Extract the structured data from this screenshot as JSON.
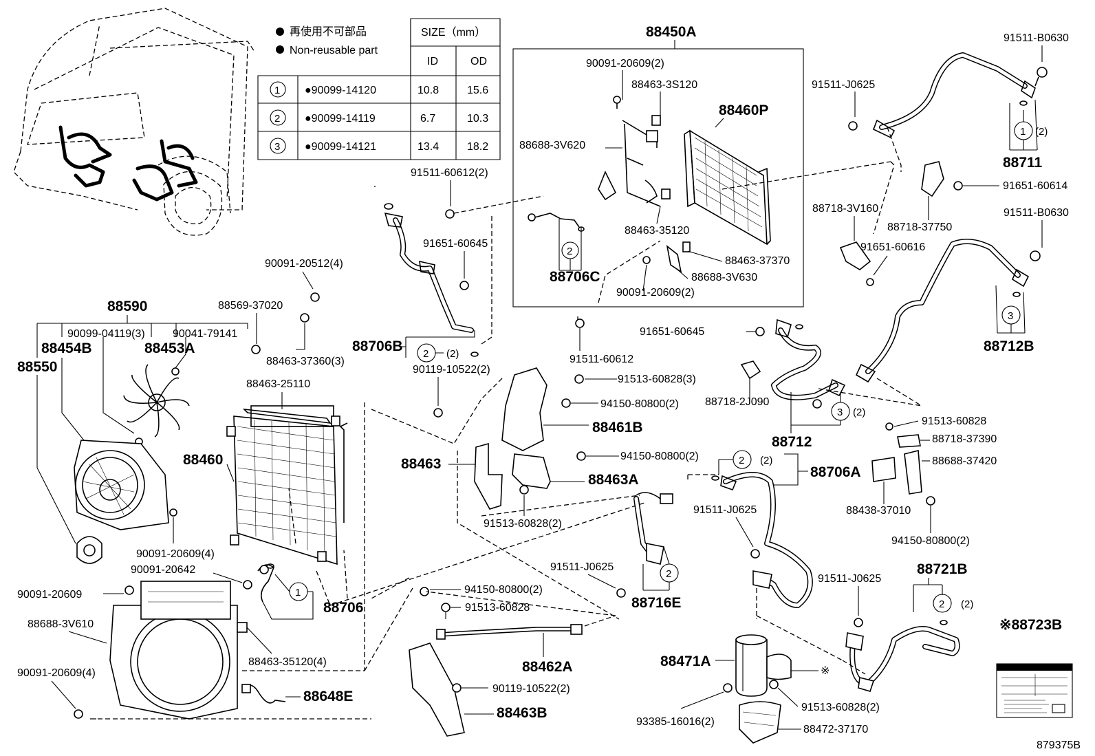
{
  "legend": {
    "bullet_icon": "filled-circle-icon",
    "line1": "再使用不可部品",
    "line2": "Non-reusable part"
  },
  "size_table": {
    "size_header": "SIZE（mm）",
    "col_id": "ID",
    "col_od": "OD",
    "rows": [
      {
        "num": "1",
        "part": "●90099-14120",
        "id": "10.8",
        "od": "15.6"
      },
      {
        "num": "2",
        "part": "●90099-14119",
        "id": "6.7",
        "od": "10.3"
      },
      {
        "num": "3",
        "part": "●90099-14121",
        "id": "13.4",
        "od": "18.2"
      }
    ]
  },
  "labels": {
    "p88450A": "88450A",
    "p90091_20609_2_top": "90091-20609(2)",
    "p88463_3S120": "88463-3S120",
    "p88460P": "88460P",
    "p88688_3V620": "88688-3V620",
    "p88463_35120": "88463-35120",
    "p88463_37370": "88463-37370",
    "p88688_3V630": "88688-3V630",
    "p88706C": "88706C",
    "p90091_20609_2_mid": "90091-20609(2)",
    "p91511_60612_2": "91511-60612(2)",
    "p91651_60645_a": "91651-60645",
    "p88706B": "88706B",
    "p91511_60612": "91511-60612",
    "p91511_B0630_a": "91511-B0630",
    "p91511_J0625_a": "91511-J0625",
    "p88711": "88711",
    "p91651_60614": "91651-60614",
    "p88718_37750": "88718-37750",
    "p88718_3V160": "88718-3V160",
    "p91651_60616": "91651-60616",
    "p91511_B0630_b": "91511-B0630",
    "p88712B": "88712B",
    "p91651_60645_b": "91651-60645",
    "p88718_2J090": "88718-2J090",
    "p88712": "88712",
    "p91513_60828_r": "91513-60828",
    "p88718_37390": "88718-37390",
    "p88688_37420": "88688-37420",
    "p88438_37010": "88438-37010",
    "p94150_80800_2_r": "94150-80800(2)",
    "p88721B": "88721B",
    "p88723B": "※88723B",
    "p88590": "88590",
    "p90099_04119_3": "90099-04119(3)",
    "p90041_79141": "90041-79141",
    "p88454B": "88454B",
    "p88453A": "88453A",
    "p88550": "88550",
    "p90091_20512_4": "90091-20512(4)",
    "p88569_37020": "88569-37020",
    "p88463_37360_3": "88463-37360(3)",
    "p88463_25110": "88463-25110",
    "p88460": "88460",
    "p90091_20609_4_a": "90091-20609(4)",
    "p90091_20642": "90091-20642",
    "p88706": "88706",
    "p90091_20609": "90091-20609",
    "p88688_3V610": "88688-3V610",
    "p88463_35120_4": "88463-35120(4)",
    "p90091_20609_4_b": "90091-20609(4)",
    "p88648E": "88648E",
    "p90119_10522_2_a": "90119-10522(2)",
    "p91513_60828_3": "91513-60828(3)",
    "p94150_80800_2_a": "94150-80800(2)",
    "p88461B": "88461B",
    "p88463": "88463",
    "p94150_80800_2_b": "94150-80800(2)",
    "p88463A": "88463A",
    "p91513_60828_2_a": "91513-60828(2)",
    "p88706A": "88706A",
    "p91511_J0625_b": "91511-J0625",
    "p91511_J0625_c": "91511-J0625",
    "p88716E": "88716E",
    "p94150_80800_2_c": "94150-80800(2)",
    "p91513_60828_b": "91513-60828",
    "p88462A": "88462A",
    "p90119_10522_2_b": "90119-10522(2)",
    "p88463B": "88463B",
    "p91511_J0625_d": "91511-J0625",
    "p88471A": "88471A",
    "p93385_16016_2": "93385-16016(2)",
    "p91513_60828_2_b": "91513-60828(2)",
    "p88472_37170": "88472-37170",
    "mark_asterisk": "※",
    "qty2": "(2)",
    "circle1": "1",
    "circle2": "2",
    "circle3": "3",
    "figure_no": "879375B"
  },
  "colors": {
    "ink": "#000000",
    "paper": "#ffffff"
  }
}
